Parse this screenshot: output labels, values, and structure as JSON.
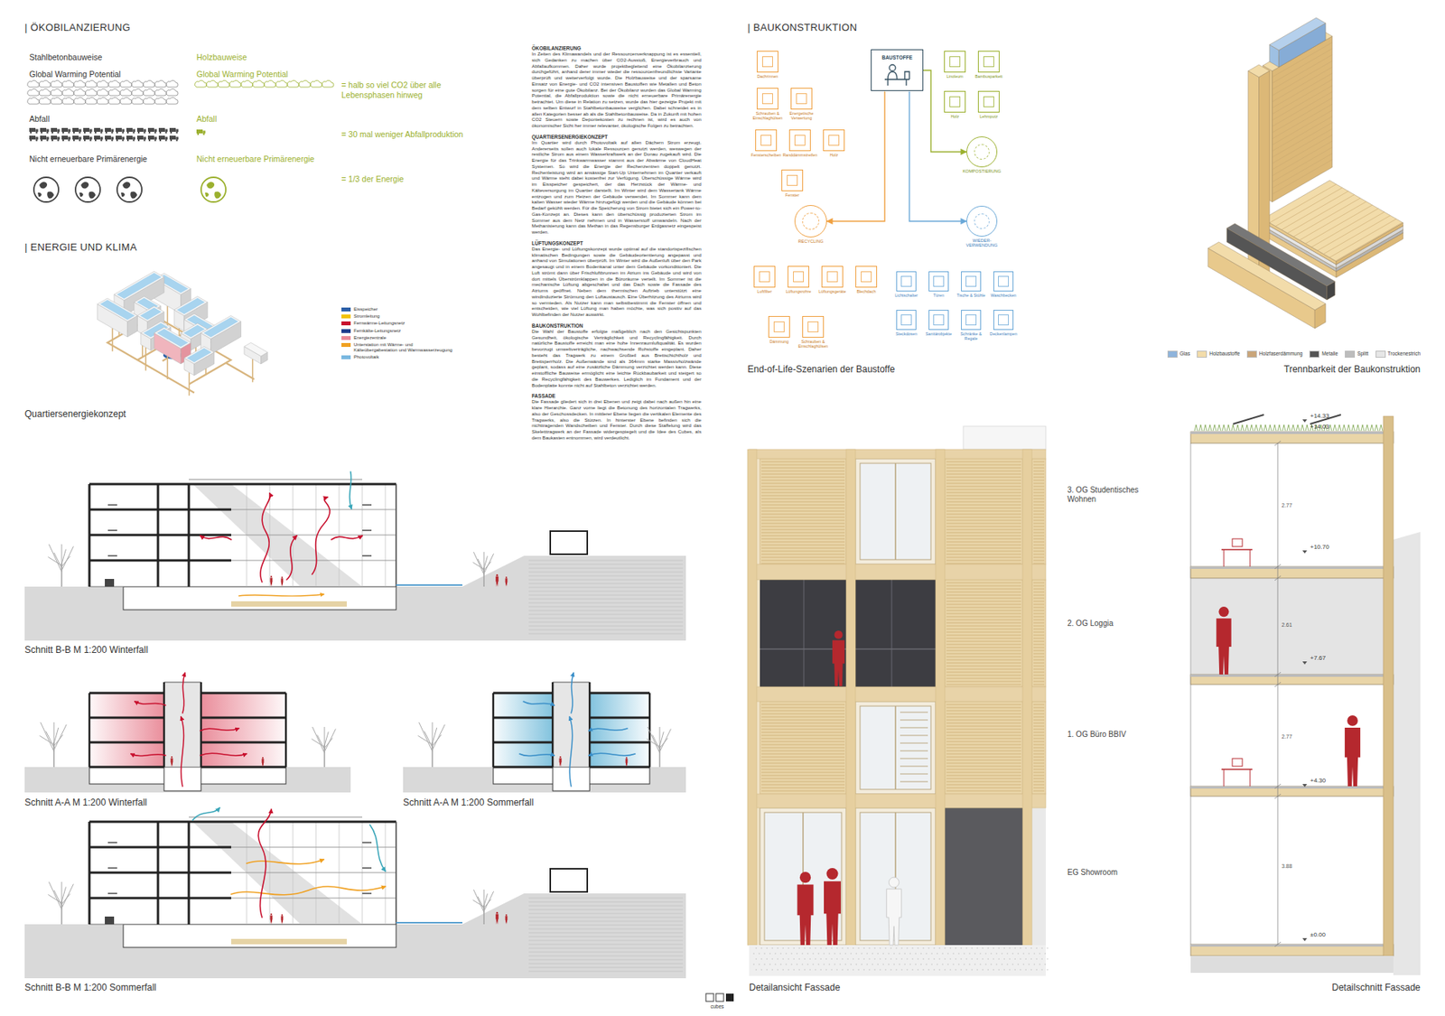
{
  "diagram": {
    "nodes": [
      {
        "text": [
          "BAUSTOFFE"
        ]
      },
      {
        "text": [
          "Linoleum"
        ]
      },
      {
        "text": [
          "Bambusparkett"
        ]
      },
      {
        "text": [
          "Holz"
        ]
      },
      {
        "text": [
          "Lehmputz"
        ]
      },
      {
        "text": [
          "KOMPOSTIERUNG"
        ]
      },
      {
        "text": [
          "Dachrinnen"
        ]
      },
      {
        "text": [
          "Schrauben & Einschlaghülsen"
        ]
      },
      {
        "text": [
          "Energetische Verwertung"
        ]
      },
      {
        "text": [
          "Fensterscheiben"
        ]
      },
      {
        "text": [
          "Randdämmstreifen"
        ]
      },
      {
        "text": [
          "Holz"
        ]
      },
      {
        "text": [
          "Fenster"
        ]
      },
      {
        "text": [
          "RECYCLING"
        ]
      },
      {
        "text": [
          "Luftfilter"
        ]
      },
      {
        "text": [
          "Lüftungsrohre"
        ]
      },
      {
        "text": [
          "Lüftungsgeräte"
        ]
      },
      {
        "text": [
          "Blechdach"
        ]
      },
      {
        "text": [
          "Dämmung"
        ]
      },
      {
        "text": [
          "Schrauben & Einschlaghülsen"
        ]
      },
      {
        "text": [
          "WIEDER-VERWENDUNG"
        ]
      },
      {
        "text": [
          "Lichtschalter"
        ]
      },
      {
        "text": [
          "Türen"
        ]
      },
      {
        "text": [
          "Tische & Stühle"
        ]
      },
      {
        "text": [
          "Waschbecken"
        ]
      },
      {
        "text": [
          "Steckdosen"
        ]
      },
      {
        "text": [
          "Sanitärobjekte"
        ]
      },
      {
        "text": [
          "Schränke & Regale"
        ]
      },
      {
        "text": [
          "Deckenlampen"
        ]
      }
    ],
    "edges": [
      {
        "from": 0,
        "to": 13,
        "arrow": "to"
      },
      {
        "from": 0,
        "to": 5,
        "arrow": "to"
      },
      {
        "from": 0,
        "to": 20,
        "arrow": "to"
      }
    ],
    "labels": [
      "| ÖKOBILANZIERUNG",
      "Stahlbetonbauweise",
      "Global Warming Potential",
      "Abfall",
      "Nicht erneuerbare Primärenergie",
      "Holzbauweise",
      "Global Warming Potential",
      "Abfall",
      "Nicht erneuerbare Primärenergie",
      "= halb so viel CO2 über alle Lebensphasen hinweg",
      "= 30 mal weniger Abfallproduktion",
      "= 1/3 der Energie",
      "| ENERGIE UND KLIMA",
      "Quartiersenergiekonzept",
      "ÖKOBILANZIERUNG",
      "In Zeiten des Klimawandels und der Ressourcenverknappung ist es essentiell, sich Gedanken zu machen über CO2-Ausstoß, Energieverbrauch und Abfallaufkommen. Daher wurde projektbegleitend eine Ökobilanzierung durchgeführt, anhand derer immer wieder die ressourcenfreundlichste Variante überprüft und weiterverfolgt wurde. Die Holzbauweise und der sparsame Einsatz von Energie- und CO2 intensiven Baustoffen wie Metallen und Beton sorgen für eine gute Ökobilanz. Bei der Ökobilanz wurden das Global Warming Potential, die Abfallproduktion sowie die nicht erneuerbare Primärenergie betrachtet. Um diese in Relation zu setzen, wurde das hier gezeigte Projekt mit dem selben Entwurf in Stahlbetonbauweise verglichen. Dabei schneidet es in allen Kategorien besser ab als die Stahlbetonbauweise. Da in Zukunft mit hohen CO2 Steuern sowie Deponiekosten zu rechnen ist, wird es auch von ökonomischer Sicht her immer relevanter, ökologische Folgen zu betrachten.",
      "QUARTIERSENERGIEKONZEPT",
      "Im Quartier wird durch Photovoltaik auf allen Dächern Strom erzeugt. Andererseits sollen auch lokale Ressourcen genutzt werden, weswegen der restliche Strom aus einem Wasserkraftwerk an der Donau zugekauft wird. Die Energie für das Trinkwarmwasser stammt aus der Abwärme von CloudHeat Systemen. So wird die Energie der Rechenzentren doppelt genutzt. Rechenleistung wird an ansässige Start-Up Unternehmen im Quartier verkauft und Wärme steht dabei kostenfrei zur Verfügung. Überschüssige Wärme wird im Eisspeicher gespeichert, der das Herzstück der Wärme- und Kälteversorgung im Quartier darstellt. Im Winter wird dem Wassertank Wärme entzogen und zum Heizen der Gebäude verwendet. Im Sommer kann dem kalten Wasser wieder Wärme hinzugefügt werden und die Gebäude können bei Bedarf gekühlt werden. Für die Speicherung von Strom bietet sich ein Power-to-Gas-Konzept an. Dieses kann den überschüssig produzierten Strom im Sommer aus dem Netz nehmen und in Wasserstoff umwandeln. Nach der Methanisierung kann das Methan in das Regensburger Erdgasnetz eingespeist werden.",
      "LÜFTUNGSKONZEPT",
      "Das Energie- und Lüftungskonzept wurde optimal auf die standortspezifischen klimatischen Bedingungen sowie die Gebäudeorientierung angepasst und anhand von Simulationen überprüft. Im Winter wird die Außenluft über den Park angesaugt und in einem Bodenkanal unter dem Gebäude vorkonditioniert. Die Luft strömt dann über Frischluftbrunnen im Atrium ins Gebäude und wird von dort mittels Überströmklappen in die Büroräume verteilt. Im Sommer ist die mechanische Lüftung abgeschaltet und das Dach sowie die Fassade des Atriums geöffnet. Neben dem thermischen Auftrieb unterstützt eine windinduzierte Strömung den Luftaustausch. Eine Überhitzung des Atriums wird so vermieden. Als Nutzer kann man selbstbestimmt die Fenster öffnen und entscheiden, wie viel Lüftung man haben möchte, was sich positiv auf das Wohlbefinden der Nutzer auswirkt.",
      "BAUKONSTRUKTION",
      "Die Wahl der Baustoffe erfolgte maßgeblich nach den Gesichtspunkten Gesundheit, ökologische Verträglichkeit und Recyclingfähigkeit. Durch natürliche Baustoffe erreicht man eine hohe Innenraumluftqualität. Es wurden bevorzugt umweltverträgliche, nachwachsende Rohstoffe eingeplant. Daher besteht das Tragwerk zu einem Großteil aus Brettschichtholz und Brettsperrholz. Die Außenwände sind als 364mm starke Massivholzwände geplant, sodass auf eine zusätzliche Dämmung verzichtet werden kann. Diese einstoffliche Bauweise ermöglicht eine leichte Rückbaubarkeit und steigert so die Recyclingfähigkeit des Bauwerkes. Lediglich im Fundament und der Bodenplatte konnte nicht auf Stahlbeton verzichtet werden.",
      "FASSADE",
      "Die Fassade gliedert sich in drei Ebenen und zeigt dabei nach außen hin eine klare Hierarchie. Ganz vorne liegt die Betonung des horizontalen Tragwerks, also der Geschossdecken. In mittlerer Ebene liegen die vertikalen Elemente des Tragwerks, also die Stützen. In hinterster Ebene befinden sich die nichttragenden Wandscheiben und Fenster. Durch diese Staffelung wird das Skeletttragwerk an der Fassade widergespiegelt und die Idee des Cubes, als dem Baukasten entnommen, wird verdeutlicht.",
      "Schnitt B-B M 1:200 Winterfall",
      "Schnitt A-A M 1:200 Winterfall",
      "Schnitt A-A M 1:200 Sommerfall",
      "Schnitt B-B M 1:200 Sommerfall",
      "| BAUKONSTRUKTION",
      "End-of-Life-Szenarien der Baustoffe",
      "Trennbarkeit der Baukonstruktion",
      "Detailansicht Fassade",
      "Detailschnitt Fassade",
      "3. OG Studentisches Wohnen",
      "2. OG Loggia",
      "1. OG Büro BBIV",
      "EG Showroom",
      "+14.33",
      "+14.03",
      "+10.70",
      "+7.67",
      "+4.30",
      "±0.00",
      "2.77",
      "2.61",
      "2.77",
      "3.88",
      "cubes"
    ],
    "legend": [
      {
        "text": "Eisspeicher",
        "color": "#2b5fa8"
      },
      {
        "text": "Stromleitung",
        "color": "#f2c200"
      },
      {
        "text": "Fernwärme-Leitungsnetz",
        "color": "#c8102e"
      },
      {
        "text": "Fernkälte-Leitungsnetz",
        "color": "#1f3f8f"
      },
      {
        "text": "Energiezentrale",
        "color": "#e98a98"
      },
      {
        "text": "Unterstation mit Wärme- und Kälteübergabestation und Warmwasserzeugung",
        "color": "#f0a020"
      },
      {
        "text": "Photovoltaik",
        "color": "#7ab8e0"
      },
      {
        "text": "Glas",
        "color": "#8fb4dc"
      },
      {
        "text": "Holzbaustoffe",
        "color": "#f2dcaa"
      },
      {
        "text": "Holzfaserdämmung",
        "color": "#c9a57a"
      },
      {
        "text": "Metalle",
        "color": "#555555"
      },
      {
        "text": "Splitt",
        "color": "#bdbdbd"
      },
      {
        "text": "Trockenestrich",
        "color": "#e6e6e6"
      }
    ]
  }
}
